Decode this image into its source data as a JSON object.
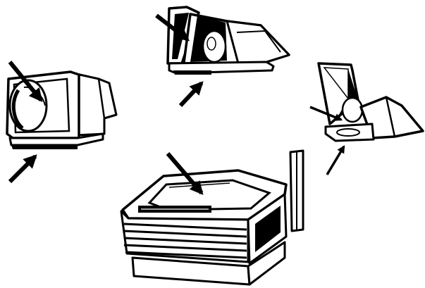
{
  "ink_color": "#000000",
  "paper_color": "#ffffff",
  "illustrations": [
    {
      "name": "monitor-view",
      "icon": "crt-monitor-icon"
    },
    {
      "name": "projector-head-view",
      "icon": "projector-head-icon"
    },
    {
      "name": "projector-head-side-view",
      "icon": "projector-mirror-icon"
    },
    {
      "name": "overhead-projector-view",
      "icon": "overhead-projector-icon"
    }
  ],
  "arrows": [
    {
      "target": "monitor-screen"
    },
    {
      "target": "monitor-base"
    },
    {
      "target": "projector-head-mirror"
    },
    {
      "target": "projector-head-lens"
    },
    {
      "target": "side-head-mirror"
    },
    {
      "target": "side-head-lens"
    },
    {
      "target": "projector-stage-glass"
    }
  ]
}
